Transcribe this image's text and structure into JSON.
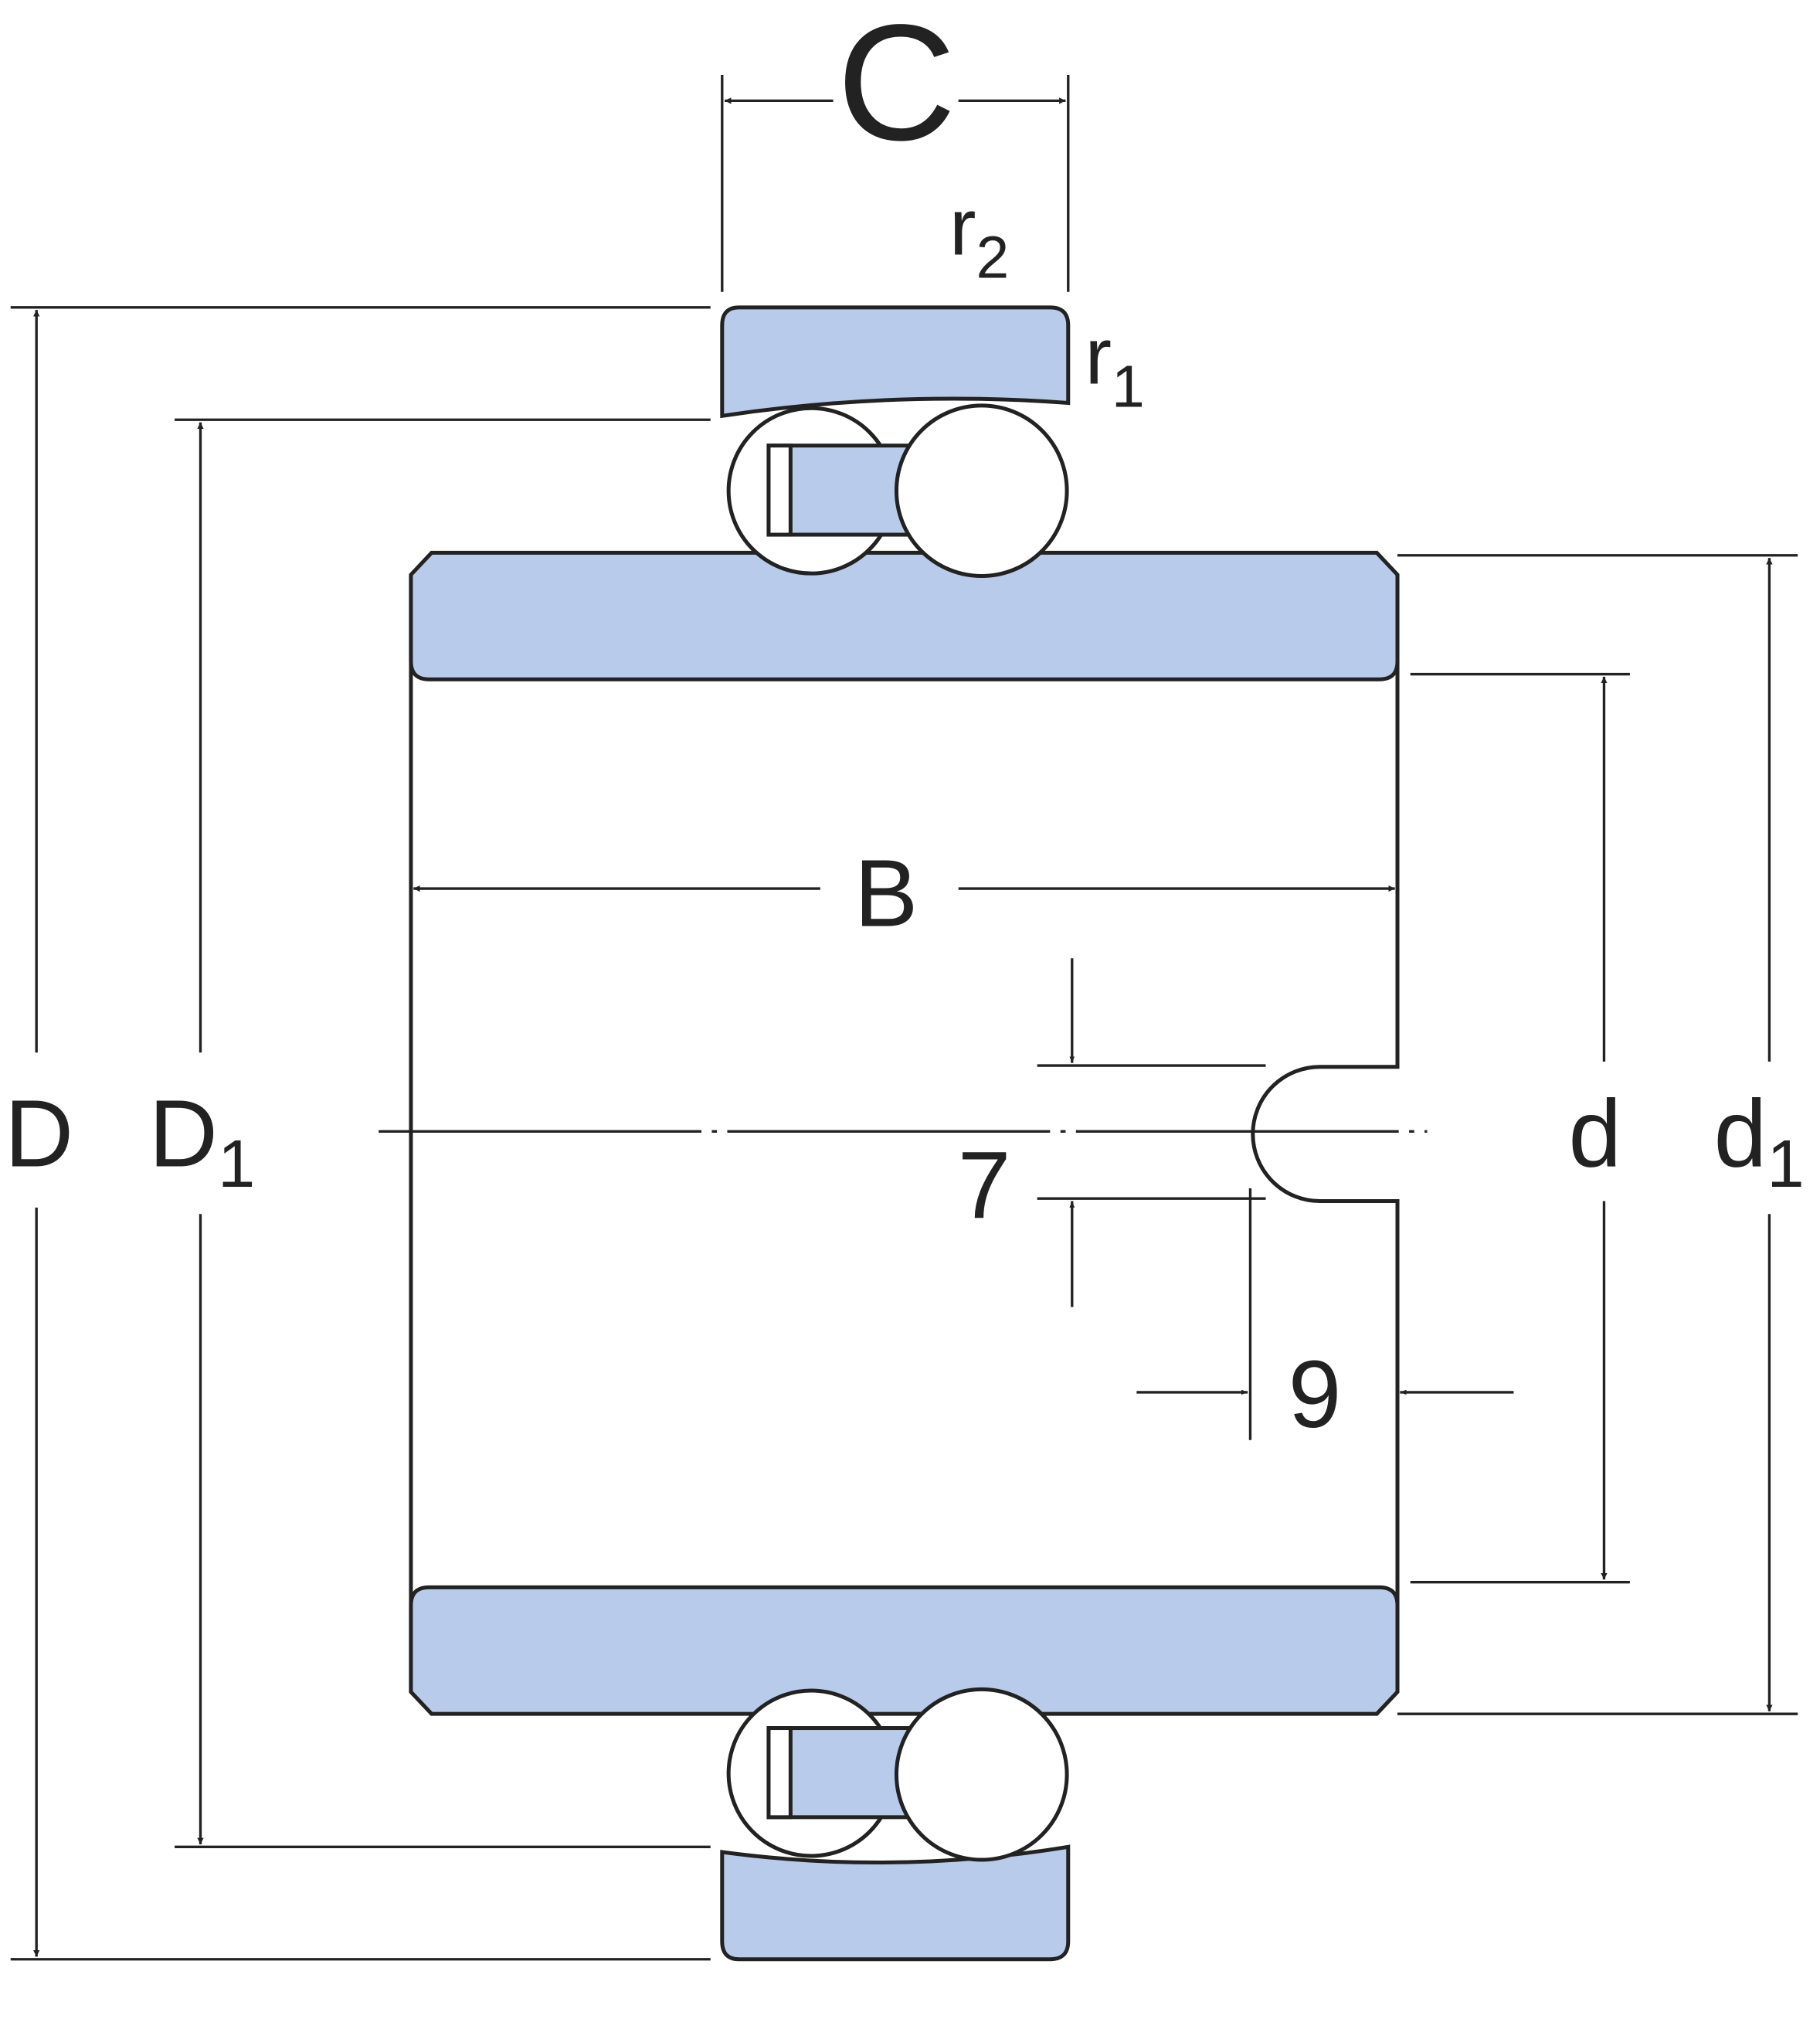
{
  "labels": {
    "C": "C",
    "r2_base": "r",
    "r2_sub": "2",
    "r1_base": "r",
    "r1_sub": "1",
    "B": "B",
    "D": "D",
    "D1_base": "D",
    "D1_sub": "1",
    "d": "d",
    "d1_base": "d",
    "d1_sub": "1",
    "groove_height": "7",
    "groove_offset": "9"
  },
  "colors": {
    "fill": "#b9cbea",
    "stroke": "#222222",
    "background": "#ffffff"
  }
}
